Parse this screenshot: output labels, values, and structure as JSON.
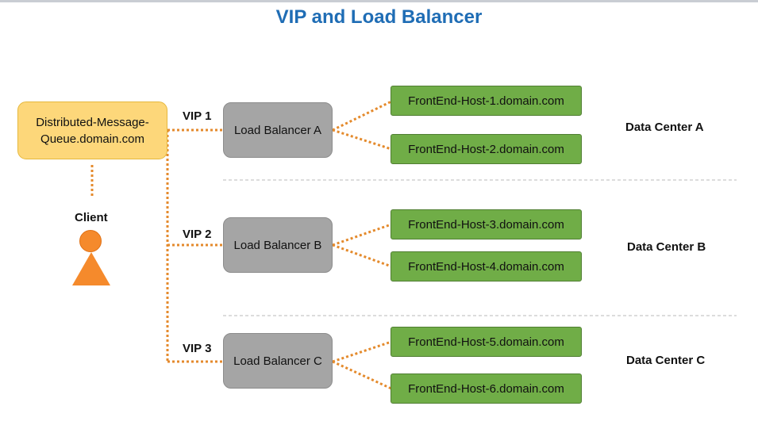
{
  "title": "VIP and Load Balancer",
  "dns_name": "Distributed-Message-Queue.domain.com",
  "client_label": "Client",
  "vips": [
    "VIP 1",
    "VIP 2",
    "VIP 3"
  ],
  "load_balancers": [
    "Load Balancer A",
    "Load Balancer B",
    "Load Balancer C"
  ],
  "hosts": [
    "FrontEnd-Host-1.domain.com",
    "FrontEnd-Host-2.domain.com",
    "FrontEnd-Host-3.domain.com",
    "FrontEnd-Host-4.domain.com",
    "FrontEnd-Host-5.domain.com",
    "FrontEnd-Host-6.domain.com"
  ],
  "data_centers": [
    "Data Center A",
    "Data Center B",
    "Data Center C"
  ],
  "colors": {
    "title": "#1f6db5",
    "dns_box": "#fdd77a",
    "load_balancer": "#a5a5a5",
    "host": "#70ad47",
    "connector": "#e48a2c",
    "client": "#f58a2c"
  }
}
